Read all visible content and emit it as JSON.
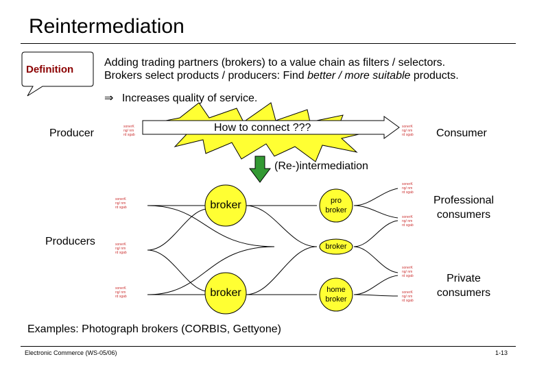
{
  "slide": {
    "title": "Reintermediation",
    "definition_label": "Definition",
    "definition_line1_pre": "Adding trading partners (brokers) to a value chain as filters / selectors.",
    "definition_line2_pre": "Brokers select products / producers: Find ",
    "definition_line2_em": "better / more suitable",
    "definition_line2_post": " products.",
    "implication_arrow": "⇒",
    "implication": "Increases quality of service.",
    "producer": "Producer",
    "consumer": "Consumer",
    "connect_question": "How to connect ???",
    "reintermediation": "(Re-)intermediation",
    "producers": "Producers",
    "broker_top": "broker",
    "broker_bottom": "broker",
    "pro_broker_1": "pro",
    "pro_broker_2": "broker",
    "broker_middle": "broker",
    "home_broker_1": "home",
    "home_broker_2": "broker",
    "professional_1": "Professional",
    "professional_2": "consumers",
    "private_1": "Private",
    "private_2": "consumers",
    "examples": "Examples: Photograph brokers (CORBIS, Gettyone)",
    "footer_left": "Electronic Commerce (WS-05/06)",
    "footer_right": "1-13"
  },
  "colors": {
    "star_fill": "#ffff33",
    "node_fill": "#ffff33",
    "down_arrow_fill": "#339933",
    "definition_text": "#8b0000",
    "small_icon_text": "#cc3333"
  },
  "icons": {
    "actor_icon": "small-building-icon"
  }
}
